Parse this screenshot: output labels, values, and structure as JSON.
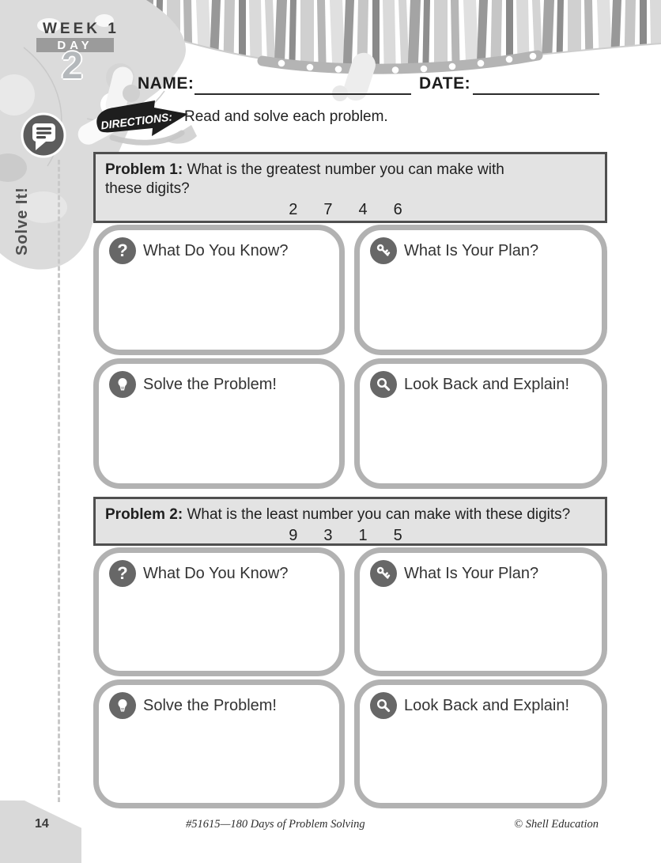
{
  "header": {
    "week_label": "WEEK 1",
    "day_label": "DAY",
    "day_number": "2",
    "name_label": "NAME:",
    "date_label": "DATE:",
    "directions_label": "DIRECTIONS:",
    "directions_text": "Read and solve each problem."
  },
  "sidebar": {
    "title": "Solve It!",
    "icon": "speech-bubble-icon"
  },
  "quadrants": [
    {
      "icon": "question-icon",
      "label": "What Do You Know?"
    },
    {
      "icon": "key-icon",
      "label": "What Is Your Plan?"
    },
    {
      "icon": "lightbulb-icon",
      "label": "Solve the Problem!"
    },
    {
      "icon": "magnifier-icon",
      "label": "Look Back and Explain!"
    }
  ],
  "problems": [
    {
      "title": "Problem 1:",
      "question": "What is the greatest number you can make with these digits?",
      "digits": [
        "2",
        "7",
        "4",
        "6"
      ]
    },
    {
      "title": "Problem 2:",
      "question": "What is the least number you can make with these digits?",
      "digits": [
        "9",
        "3",
        "1",
        "5"
      ]
    }
  ],
  "footer": {
    "page_number": "14",
    "left_text": "#51615—180 Days of Problem Solving",
    "right_text": "© Shell Education"
  },
  "colors": {
    "header_box_fill": "#e3e3e3",
    "header_box_border": "#4f4f4f",
    "quadrant_border": "#b2b2b2",
    "icon_circle": "#676767",
    "day_bar": "#9b9b9b",
    "stripe_dark": "#8e8e8e",
    "stripe_light": "#d4d4d4"
  }
}
